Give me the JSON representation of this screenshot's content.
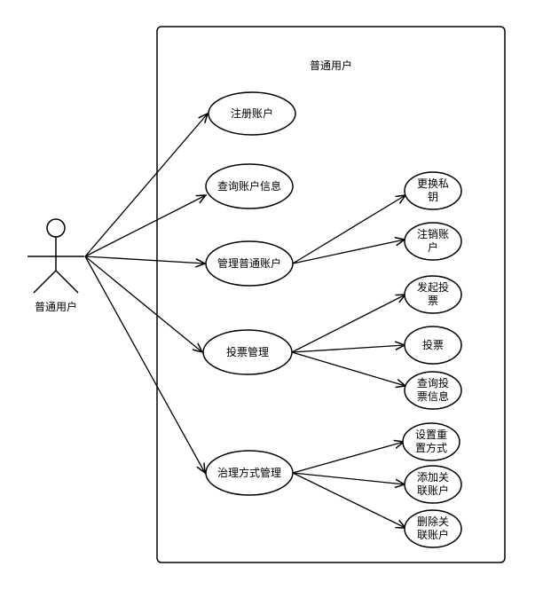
{
  "system": {
    "title": "普通用户"
  },
  "actor": {
    "label": "普通用户"
  },
  "use_cases": {
    "register": [
      "注册账户"
    ],
    "query_info": [
      "查询账户信息"
    ],
    "manage": [
      "管理普通账户"
    ],
    "vote_manage": [
      "投票管理"
    ],
    "governance": [
      "治理方式管理"
    ],
    "change_key": [
      "更换私",
      "钥"
    ],
    "cancel_account": [
      "注销账",
      "户"
    ],
    "start_vote": [
      "发起投",
      "票"
    ],
    "vote": [
      "投票"
    ],
    "query_vote": [
      "查询投",
      "票信息"
    ],
    "set_reset": [
      "设置重",
      "置方式"
    ],
    "add_linked": [
      "添加关",
      "联账户"
    ],
    "delete_linked": [
      "删除关",
      "联账户"
    ]
  },
  "colors": {
    "stroke": "#000000",
    "fill": "#ffffff"
  }
}
